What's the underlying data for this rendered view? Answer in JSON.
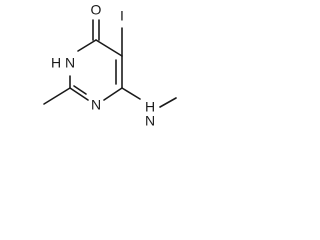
{
  "atoms": {
    "oxygen": "O",
    "iodine": "I",
    "ring_nh": "N",
    "ring_nh_h": "H",
    "ring_n": "N",
    "amine_h": "H",
    "amine_n": "N"
  }
}
